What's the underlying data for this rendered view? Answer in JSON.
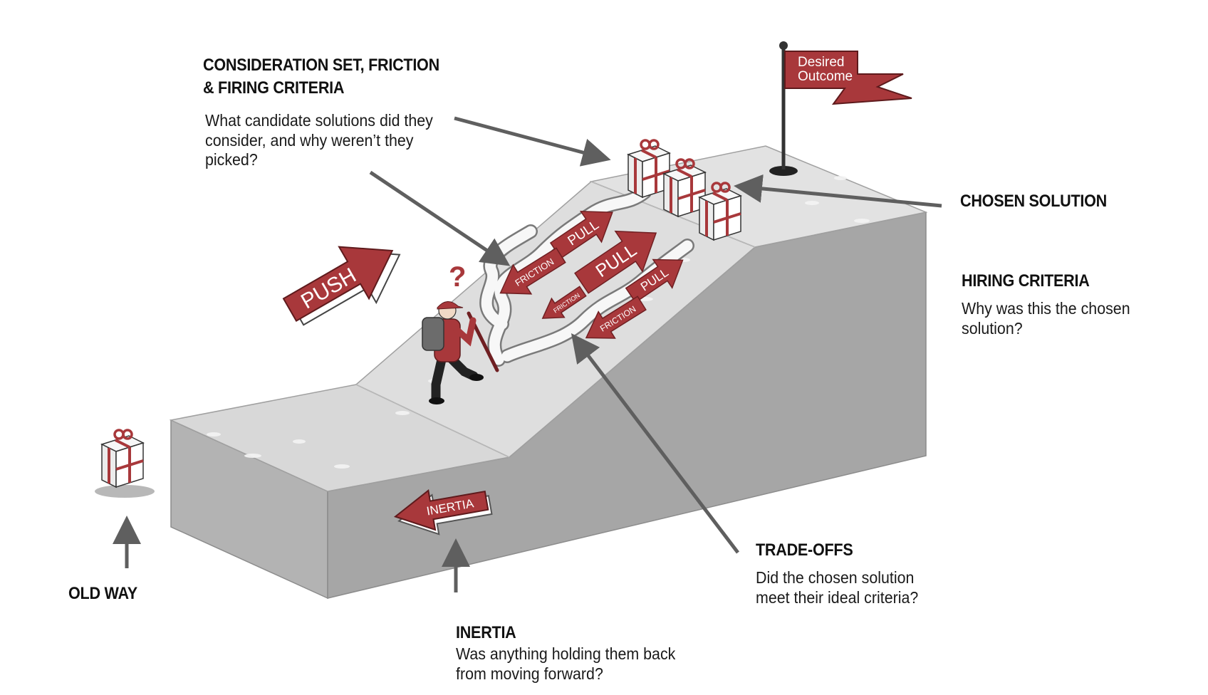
{
  "callouts": {
    "consideration": {
      "title_line1": "CONSIDERATION SET, FRICTION",
      "title_line2": "& FIRING CRITERIA",
      "body": "What candidate solutions did they consider, and why weren’t they picked?"
    },
    "chosen_solution": {
      "title": "CHOSEN SOLUTION"
    },
    "hiring_criteria": {
      "title": "HIRING CRITERIA",
      "body": "Why was this the chosen solution?"
    },
    "trade_offs": {
      "title": "TRADE-OFFS",
      "body": "Did the chosen solution meet their ideal criteria?"
    },
    "inertia": {
      "title": "INERTIA",
      "body": "Was anything holding them back from moving forward?"
    },
    "old_way": {
      "title": "OLD WAY"
    }
  },
  "scene": {
    "flag_line1": "Desired",
    "flag_line2": "Outcome",
    "question_mark": "?",
    "push_label": "PUSH",
    "inertia_label": "INERTIA",
    "pull_labels": [
      "PULL",
      "PULL",
      "PULL"
    ],
    "friction_labels": [
      "FRICTION",
      "FRICTION",
      "FRICTION"
    ]
  },
  "colors": {
    "accent_red": "#a8383b",
    "surface_light": "#dcdcdc",
    "surface_dark": "#a9a9a9",
    "pointer_gray": "#5f5f5f",
    "text": "#111111"
  }
}
